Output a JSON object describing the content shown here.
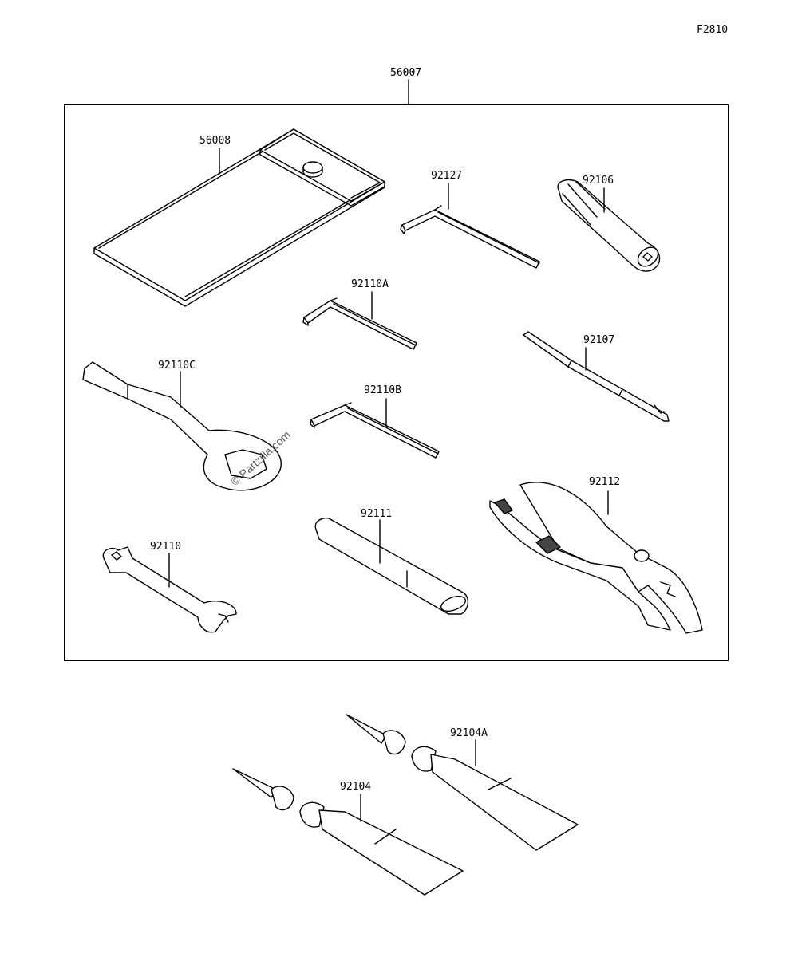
{
  "figure_code": "F2810",
  "watermark": "© Partzilla.com",
  "labels": {
    "kit": "56007",
    "pouch": "56008",
    "hex_key_large": "92127",
    "plug_wrench": "92106",
    "hex_key_a": "92110A",
    "screwdriver": "92107",
    "ring_wrench": "92110C",
    "hex_key_b": "92110B",
    "pliers": "92112",
    "tube_handle": "92111",
    "open_wrench": "92110",
    "grease_a": "92104A",
    "grease": "92104"
  }
}
